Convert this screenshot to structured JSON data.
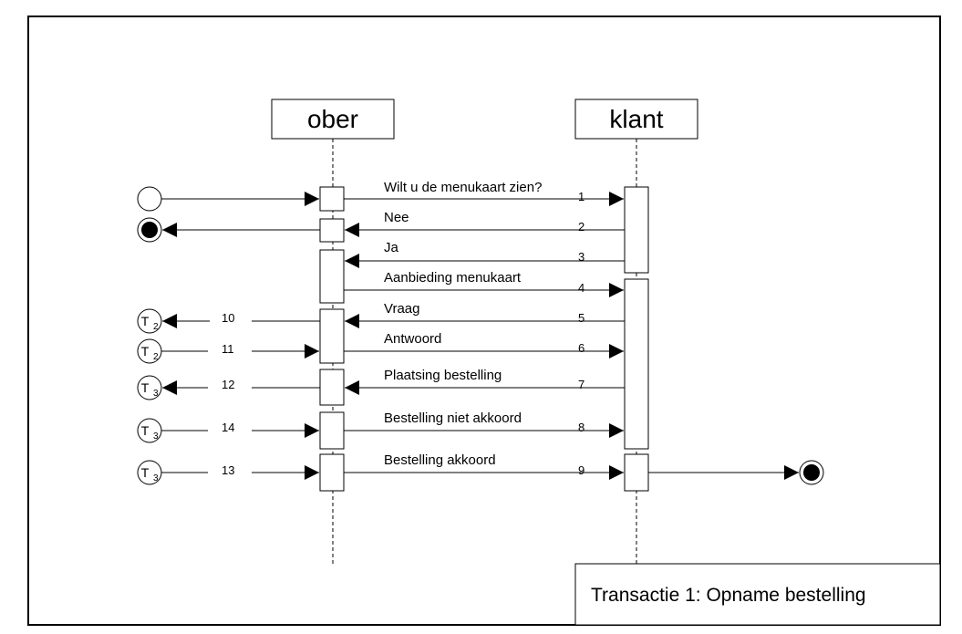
{
  "actors": {
    "left": "ober",
    "right": "klant"
  },
  "title": "Transactie 1: Opname bestelling",
  "messages": [
    {
      "num": "1",
      "label": "Wilt u de menukaart zien?"
    },
    {
      "num": "2",
      "label": "Nee"
    },
    {
      "num": "3",
      "label": "Ja"
    },
    {
      "num": "4",
      "label": "Aanbieding menukaart"
    },
    {
      "num": "5",
      "label": "Vraag"
    },
    {
      "num": "6",
      "label": "Antwoord"
    },
    {
      "num": "7",
      "label": "Plaatsing bestelling"
    },
    {
      "num": "8",
      "label": "Bestelling niet akkoord"
    },
    {
      "num": "9",
      "label": "Bestelling akkoord"
    }
  ],
  "side_links": [
    {
      "num": "10",
      "letter": "T",
      "sub": "2"
    },
    {
      "num": "11",
      "letter": "T",
      "sub": "2"
    },
    {
      "num": "12",
      "letter": "T",
      "sub": "3"
    },
    {
      "num": "14",
      "letter": "T",
      "sub": "3"
    },
    {
      "num": "13",
      "letter": "T",
      "sub": "3"
    }
  ]
}
